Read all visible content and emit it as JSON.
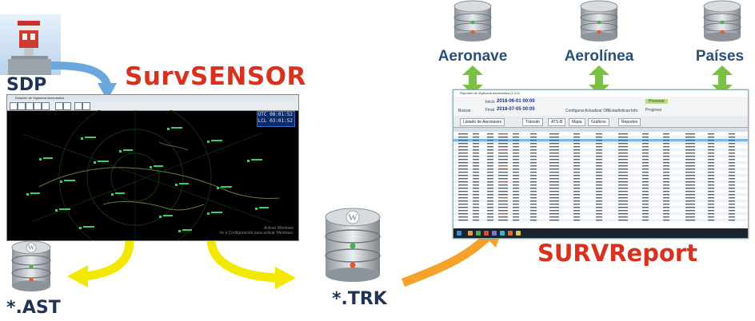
{
  "labels": {
    "sdp": "SDP",
    "survsensor": "SurvSENSOR",
    "ast": "*.AST",
    "trk": "*.TRK",
    "survreport": "SURVReport"
  },
  "databases": [
    {
      "title": "Aeronave"
    },
    {
      "title": "Aerolínea"
    },
    {
      "title": "Países"
    }
  ],
  "radar": {
    "window_title": "Estación de Vigilancia Aeronáutica",
    "clock_line1": "UTC 08:01:52",
    "clock_line2": "LCL 03:01:52",
    "watermark_line1": "Activar Windows",
    "watermark_line2": "Ve a Configuración para activar Windows."
  },
  "report": {
    "window_title": "Reportes de Vigilancia Aeronáutica (1.0.0)",
    "from_label": "Inicio",
    "from_date": "2018-06-01 00:00",
    "to_label": "Final",
    "to_date": "2018-07-05 00:00",
    "tabs": [
      "Listado de Aeronaves",
      "Tránsito",
      "ATS-B",
      "Mapa",
      "Gráficos",
      "Reportes"
    ],
    "toolbar": [
      "Buscar",
      "Configurar",
      "Actualizar DB",
      "Estadísticas",
      "Info",
      "Procesar",
      "Progreso"
    ]
  },
  "colors": {
    "title_dark": "#1f3355",
    "title_red": "#d8321e",
    "green_arrow": "#7ac143",
    "blue_arrow": "#6aa7dd",
    "yellow_arrow": "#f2e800",
    "orange_arrow": "#f5a12a"
  }
}
